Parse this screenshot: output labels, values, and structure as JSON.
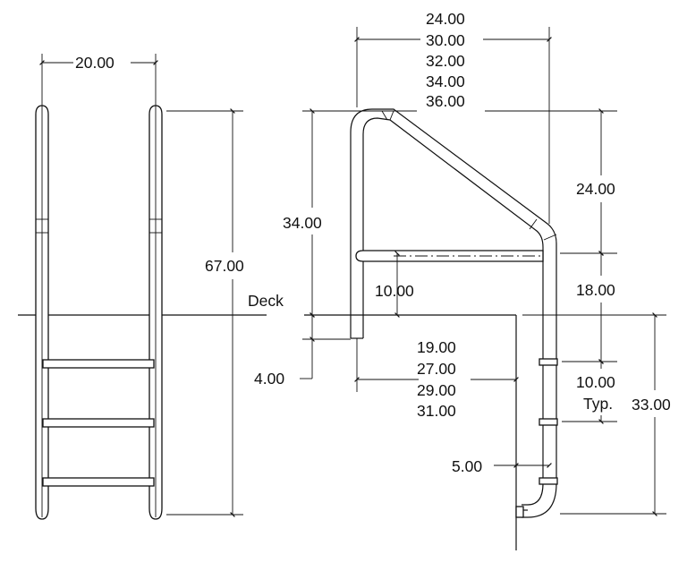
{
  "labels": {
    "front_width": "20.00",
    "front_height": "67.00",
    "deck": "Deck",
    "top_widths": [
      "24.00",
      "30.00",
      "32.00",
      "34.00",
      "36.00"
    ],
    "rail_height": "34.00",
    "upper_drop": "24.00",
    "handhold_offset": "10.00",
    "mid_drop": "18.00",
    "below_deck": "4.00",
    "bottom_widths": [
      "19.00",
      "27.00",
      "29.00",
      "31.00"
    ],
    "step_spacing": "10.00",
    "step_spacing_note": "Typ.",
    "wall_height": "33.00",
    "wall_offset": "5.00"
  }
}
